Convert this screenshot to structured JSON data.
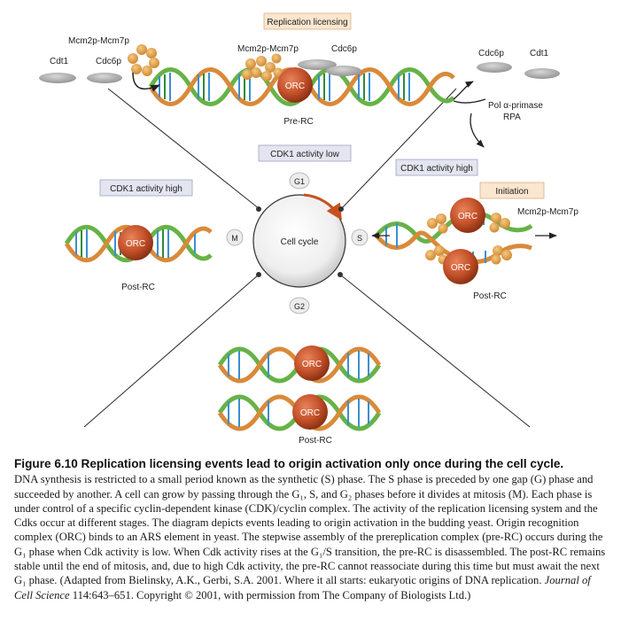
{
  "figure": {
    "labels": {
      "replication_licensing": "Replication licensing",
      "mcm_left": "Mcm2p-Mcm7p",
      "cdt1_left": "Cdt1",
      "cdc6_left": "Cdc6p",
      "mcm_top": "Mcm2p-Mcm7p",
      "cdc6_top": "Cdc6p",
      "orc": "ORC",
      "pre_rc": "Pre-RC",
      "cdc6_right": "Cdc6p",
      "cdt1_right": "Cdt1",
      "pol_primase": "Pol α-primase",
      "rpa": "RPA",
      "cdk_low": "CDK1 activity low",
      "cdk_high_left": "CDK1 activity high",
      "cdk_high_right": "CDK1 activity high",
      "initiation": "Initiation",
      "mcm_right": "Mcm2p-Mcm7p",
      "phase_g1": "G1",
      "phase_s": "S",
      "phase_g2": "G2",
      "phase_m": "M",
      "cell_cycle": "Cell cycle",
      "post_rc_left": "Post-RC",
      "post_rc_right": "Post-RC",
      "post_rc_bottom": "Post-RC"
    },
    "colors": {
      "label_box": "#fbe6cf",
      "label_box_border": "#e0b080",
      "cdk_box": "#e3e5f0",
      "cdk_box_border": "#9ea3bd",
      "orc": "#c4512a",
      "mcm": "#e3a44a",
      "strand_green": "#66b347",
      "strand_orange": "#d98a3a",
      "arrow_red": "#c8501f"
    }
  },
  "caption": {
    "title": "Figure 6.10 Replication licensing events lead to origin activation only once during the cell cycle.",
    "body": "DNA synthesis is restricted to a small period known as the synthetic (S) phase. The S phase is preceded by one gap (G) phase and succeeded by another. A cell can grow by passing through the G₁, S, and G₂ phases before it divides at mitosis (M). Each phase is under control of a specific cyclin-dependent kinase (CDK)/cyclin complex. The activity of the replication licensing system and the Cdks occur at different stages. The diagram depicts events leading to origin activation in the budding yeast. Origin recognition complex (ORC) binds to an ARS element in yeast. The stepwise assembly of the prereplication complex (pre-RC) occurs during the G₁ phase when Cdk activity is low. When Cdk activity rises at the G₁/S transition, the pre-RC is disassembled. The post-RC remains stable until the end of mitosis, and, due to high Cdk activity, the pre-RC cannot reassociate during this time but must await the next G₁ phase. (Adapted from Bielinsky, A.K., Gerbi, S.A. 2001. Where it all starts: eukaryotic origins of DNA replication.",
    "journal": "Journal of Cell Science",
    "citation_tail": " 114:643–651. Copyright © 2001, with permission from The Company of Biologists Ltd.)"
  }
}
